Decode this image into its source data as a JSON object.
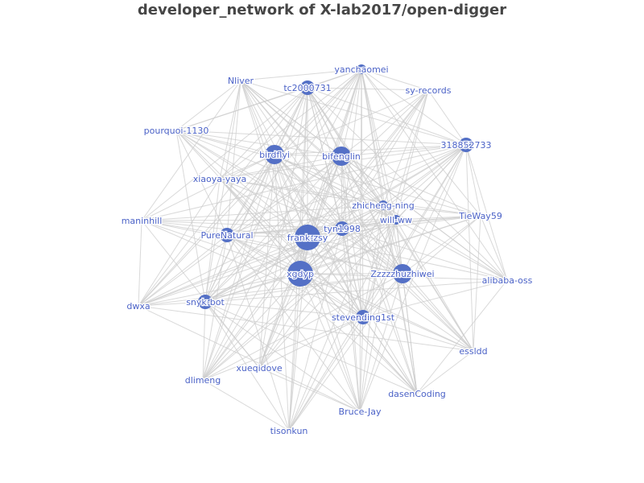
{
  "title": "developer_network of X-lab2017/open-digger",
  "chart_data": {
    "type": "network",
    "title": "developer_network of X-lab2017/open-digger",
    "node_color": "#5470c6",
    "edge_color": "#cccccc",
    "nodes": [
      {
        "id": "yanchaomei",
        "size": "small"
      },
      {
        "id": "Nliver",
        "size": "none"
      },
      {
        "id": "tc2000731",
        "size": "medium"
      },
      {
        "id": "sy-records",
        "size": "none"
      },
      {
        "id": "pourquoi-1130",
        "size": "none"
      },
      {
        "id": "318852733",
        "size": "medium"
      },
      {
        "id": "birdflyi",
        "size": "large"
      },
      {
        "id": "bifenglin",
        "size": "large"
      },
      {
        "id": "xiaoya-yaya",
        "size": "none"
      },
      {
        "id": "zhicheng-ning",
        "size": "small"
      },
      {
        "id": "will-ww",
        "size": "small"
      },
      {
        "id": "TieWay59",
        "size": "none"
      },
      {
        "id": "maninhill",
        "size": "none"
      },
      {
        "id": "PureNatural",
        "size": "medium"
      },
      {
        "id": "frank-zsy",
        "size": "xlarge"
      },
      {
        "id": "tyn1998",
        "size": "medium"
      },
      {
        "id": "xgdyp",
        "size": "xlarge"
      },
      {
        "id": "Zzzzzhuzhiwei",
        "size": "large"
      },
      {
        "id": "alibaba-oss",
        "size": "none"
      },
      {
        "id": "dwxa",
        "size": "none"
      },
      {
        "id": "snyk-bot",
        "size": "medium"
      },
      {
        "id": "stevending1st",
        "size": "medium"
      },
      {
        "id": "essldd",
        "size": "none"
      },
      {
        "id": "xueqidove",
        "size": "none"
      },
      {
        "id": "dlimeng",
        "size": "none"
      },
      {
        "id": "dasenCoding",
        "size": "none"
      },
      {
        "id": "Bruce-Jay",
        "size": "none"
      },
      {
        "id": "tisonkun",
        "size": "none"
      }
    ],
    "hubs": [
      "frank-zsy",
      "xgdyp",
      "Zzzzzhuzhiwei",
      "bifenglin",
      "birdflyi",
      "tyn1998",
      "stevending1st",
      "PureNatural",
      "snyk-bot",
      "tc2000731",
      "318852733",
      "zhicheng-ning",
      "will-ww",
      "yanchaomei"
    ]
  }
}
